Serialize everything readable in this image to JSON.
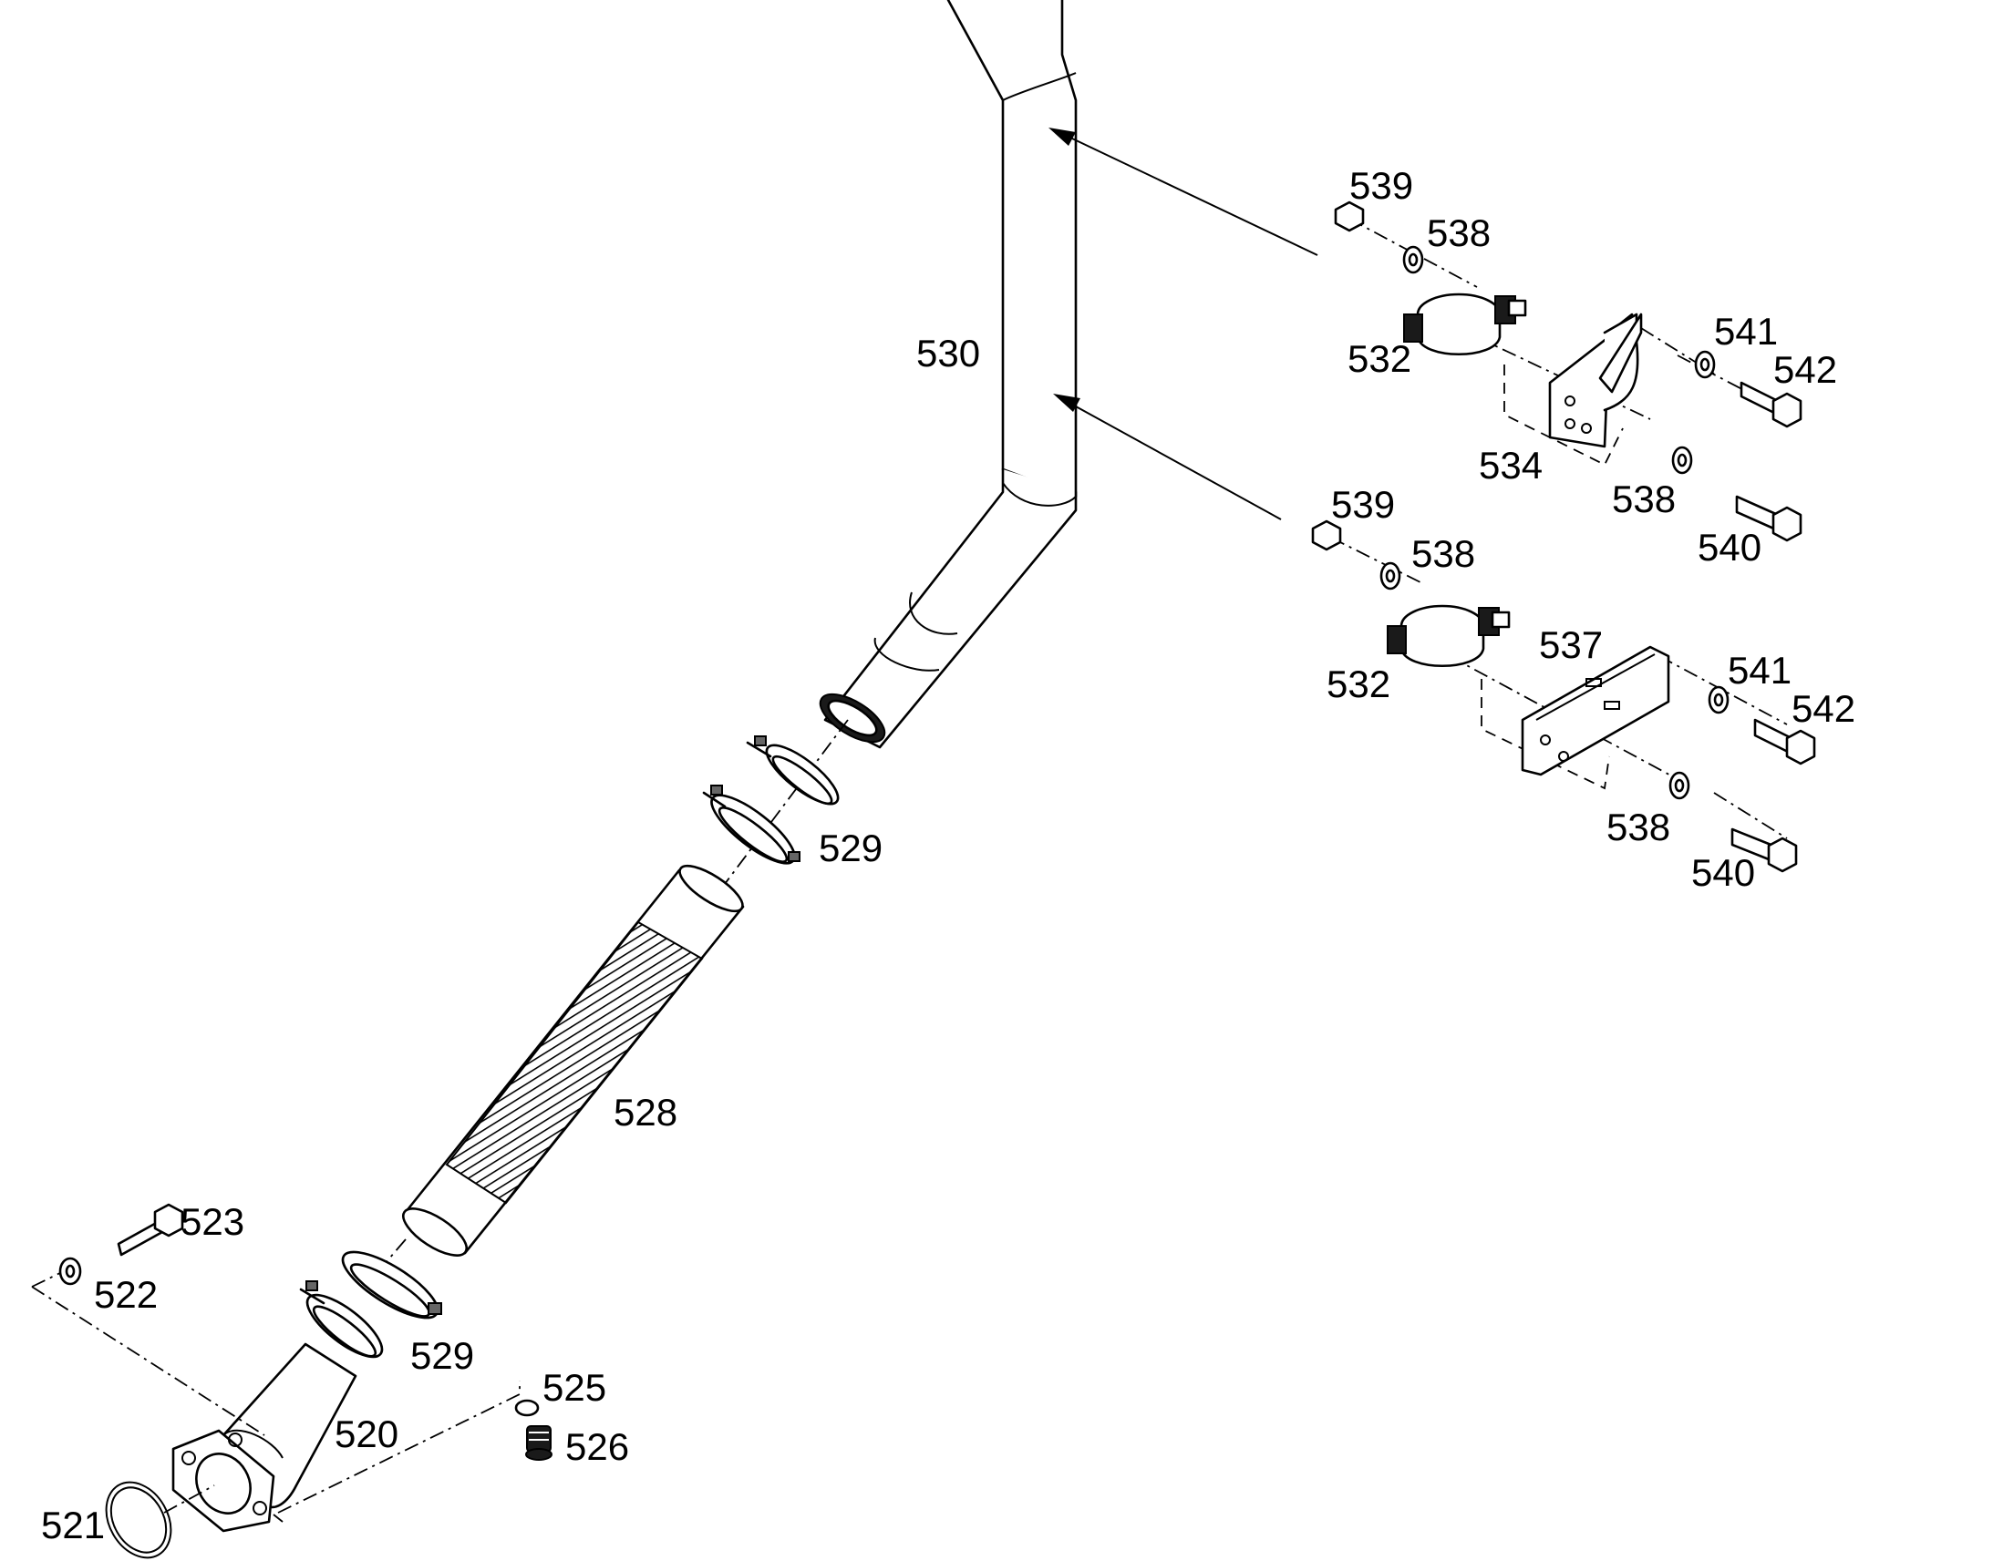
{
  "callouts": {
    "c530": "530",
    "c539a": "539",
    "c538a": "538",
    "c532a": "532",
    "c541a": "541",
    "c542a": "542",
    "c534": "534",
    "c538b": "538",
    "c540a": "540",
    "c539b": "539",
    "c538c": "538",
    "c537": "537",
    "c532b": "532",
    "c541b": "541",
    "c542b": "542",
    "c538d": "538",
    "c540b": "540",
    "c529a": "529",
    "c528": "528",
    "c523": "523",
    "c522": "522",
    "c529b": "529",
    "c525": "525",
    "c520": "520",
    "c526": "526",
    "c521": "521"
  }
}
